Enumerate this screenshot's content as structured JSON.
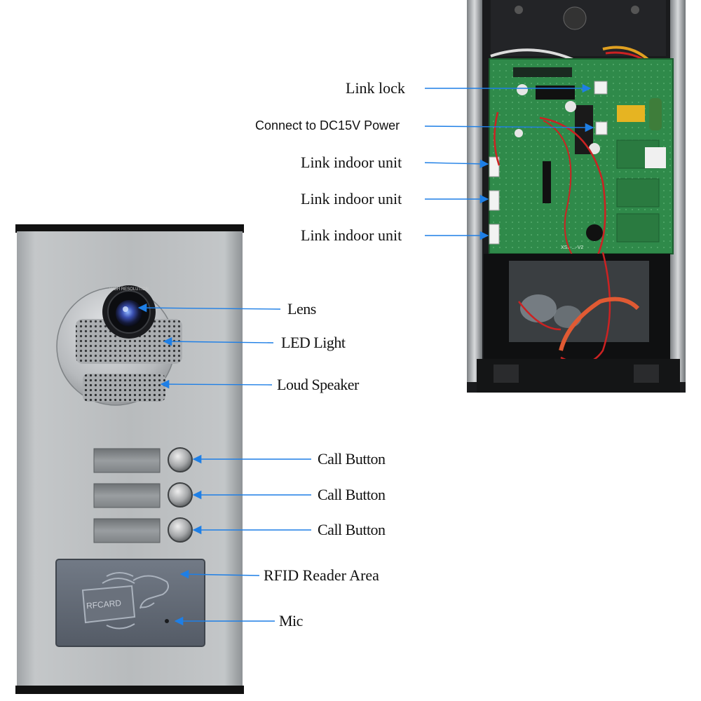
{
  "rfid_card_text": "RFCARD",
  "lens_ring_text": "HIGH RESOLUTION",
  "board_marking": "XSL-...-V2",
  "labels": {
    "link_lock": "Link  lock",
    "dc_power": "Connect to DC15V Power",
    "indoor_1": "Link indoor unit",
    "indoor_2": "Link indoor unit",
    "indoor_3": "Link indoor unit",
    "lens": "Lens",
    "led_light": "LED Light",
    "loud_speaker": "Loud Speaker",
    "call_button_1": "Call Button",
    "call_button_2": "Call Button",
    "call_button_3": "Call Button",
    "rfid_area": "RFID Reader Area",
    "mic": "Mic"
  },
  "colors": {
    "arrow": "#1e7fe6",
    "panel": "#b9bcbf",
    "board": "#2f8a4a"
  }
}
